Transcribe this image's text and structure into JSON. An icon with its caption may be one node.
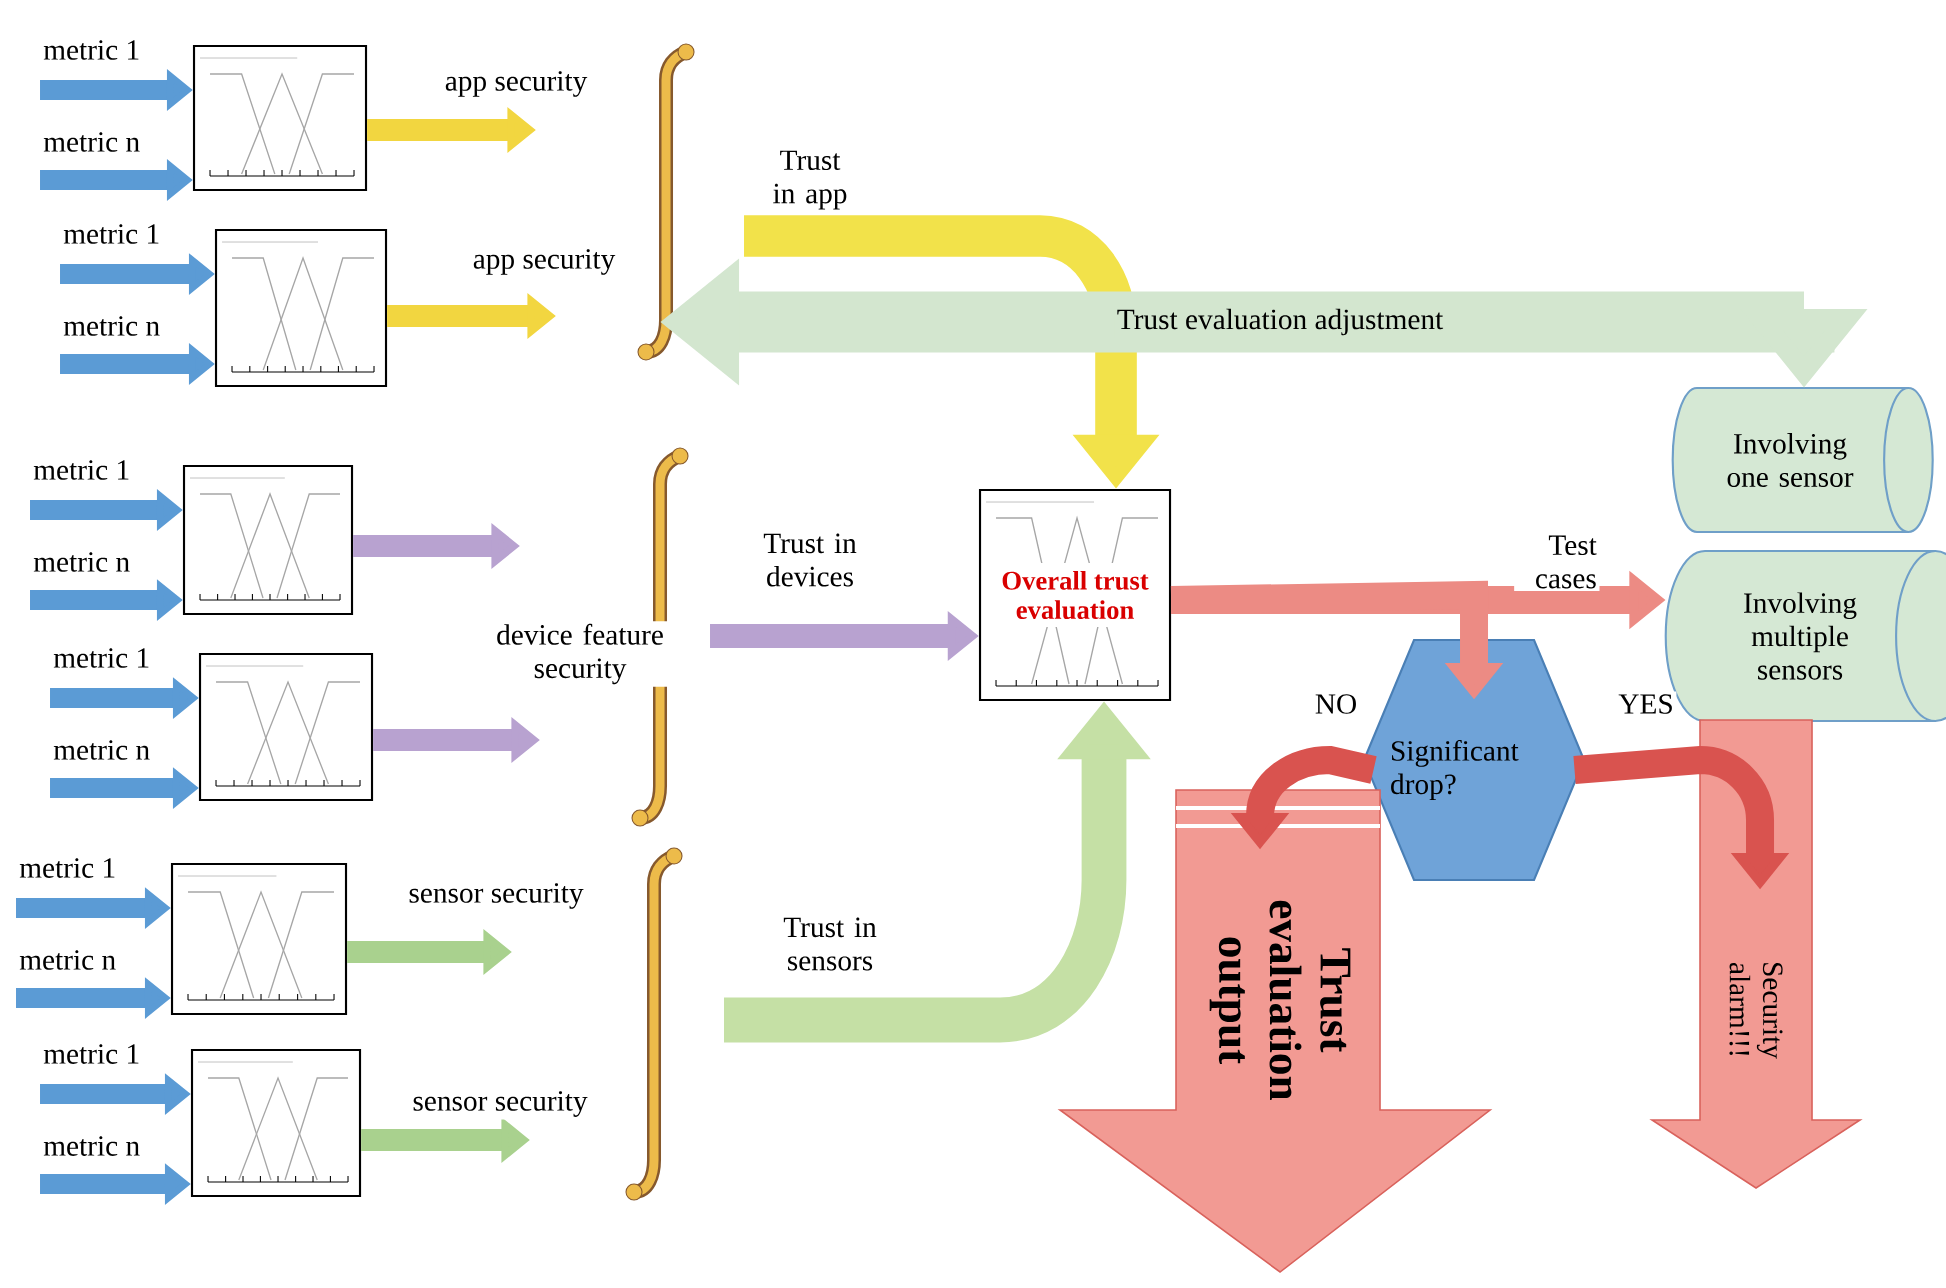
{
  "diagram": {
    "nodes": [
      {
        "text": [],
        "shape": "chart"
      },
      {
        "text": [],
        "shape": "chart"
      },
      {
        "text": [],
        "shape": "chart"
      },
      {
        "text": [],
        "shape": "chart"
      },
      {
        "text": [],
        "shape": "chart"
      },
      {
        "text": [],
        "shape": "chart"
      },
      {
        "text": [
          "Overall trust evaluation"
        ]
      },
      {
        "text": [
          "Significant drop?"
        ]
      },
      {
        "text": [
          "Involving one sensor"
        ]
      },
      {
        "text": [
          "Involving multiple sensors"
        ]
      },
      {
        "text": [
          "Trust evaluation output"
        ]
      },
      {
        "text": [
          "Security alarm!!!"
        ]
      }
    ],
    "edges": [
      {
        "from": null,
        "to": 0,
        "arrow": "to",
        "label": "metric 1",
        "color": "#5b9bd5"
      },
      {
        "from": null,
        "to": 0,
        "arrow": "to",
        "label": "metric n",
        "color": "#5b9bd5"
      },
      {
        "from": null,
        "to": 1,
        "arrow": "to",
        "label": "metric 1",
        "color": "#5b9bd5"
      },
      {
        "from": null,
        "to": 1,
        "arrow": "to",
        "label": "metric n",
        "color": "#5b9bd5"
      },
      {
        "from": null,
        "to": 2,
        "arrow": "to",
        "label": "metric 1",
        "color": "#5b9bd5"
      },
      {
        "from": null,
        "to": 2,
        "arrow": "to",
        "label": "metric n",
        "color": "#5b9bd5"
      },
      {
        "from": null,
        "to": 3,
        "arrow": "to",
        "label": "metric 1",
        "color": "#5b9bd5"
      },
      {
        "from": null,
        "to": 3,
        "arrow": "to",
        "label": "metric n",
        "color": "#5b9bd5"
      },
      {
        "from": null,
        "to": 4,
        "arrow": "to",
        "label": "metric 1",
        "color": "#5b9bd5"
      },
      {
        "from": null,
        "to": 4,
        "arrow": "to",
        "label": "metric n",
        "color": "#5b9bd5"
      },
      {
        "from": null,
        "to": 5,
        "arrow": "to",
        "label": "metric 1",
        "color": "#5b9bd5"
      },
      {
        "from": null,
        "to": 5,
        "arrow": "to",
        "label": "metric n",
        "color": "#5b9bd5"
      },
      {
        "from": 0,
        "to": null,
        "arrow": "to",
        "label": "app security",
        "color": "#f2d640"
      },
      {
        "from": 1,
        "to": null,
        "arrow": "to",
        "label": "app security",
        "color": "#f2d640"
      },
      {
        "from": 2,
        "to": null,
        "arrow": "to",
        "label": "device feature security",
        "color": "#b8a2d0"
      },
      {
        "from": 3,
        "to": null,
        "arrow": "to",
        "color": "#b8a2d0"
      },
      {
        "from": 4,
        "to": null,
        "arrow": "to",
        "label": "sensor security",
        "color": "#a9d18e"
      },
      {
        "from": 5,
        "to": null,
        "arrow": "to",
        "label": "sensor security",
        "color": "#a9d18e"
      },
      {
        "from": null,
        "to": 6,
        "arrow": "to",
        "label": "Trust in app",
        "style": "thick",
        "color": "#f2e24a"
      },
      {
        "from": null,
        "to": 8,
        "arrow": "both",
        "label": "Trust evaluation adjustment",
        "style": "thick",
        "color": "#d3e6cf"
      },
      {
        "from": null,
        "to": 6,
        "arrow": "to",
        "label": "Trust in devices",
        "color": "#b8a2d0"
      },
      {
        "from": null,
        "to": 6,
        "arrow": "to",
        "label": "Trust in sensors",
        "style": "thick",
        "color": "#c5e0a5"
      },
      {
        "from": 6,
        "to": 9,
        "arrow": "to",
        "label": "Test cases",
        "color": "#ec8b84"
      },
      {
        "from": 6,
        "to": 7,
        "arrow": "to",
        "color": "#ec8b84"
      },
      {
        "from": 7,
        "to": 10,
        "arrow": "to",
        "label": "NO",
        "color": "#d9534f"
      },
      {
        "from": 7,
        "to": 11,
        "arrow": "to",
        "label": "YES",
        "color": "#d9534f"
      }
    ]
  }
}
